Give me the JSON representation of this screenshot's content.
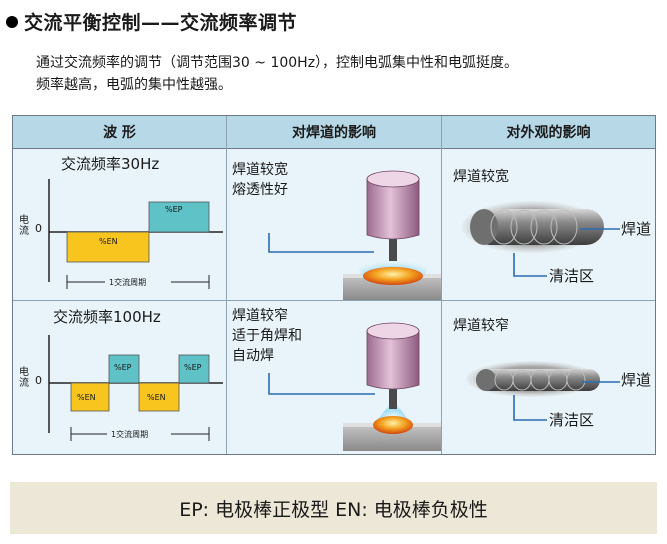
{
  "heading": "交流平衡控制——交流频率调节",
  "intro": {
    "line1": "通过交流频率的调节（调节范围30 ~ 100Hz），控制电弧集中性和电弧挺度。",
    "line2": "频率越高，电弧的集中性越强。"
  },
  "table": {
    "headers": [
      "波  形",
      "对焊道的影响",
      "对外观的影响"
    ],
    "rows": [
      {
        "freq_label": "交流频率30Hz",
        "axis_current": "电流",
        "axis_zero": "0",
        "ep_label": "%EP",
        "en_label": "%EN",
        "period_label": "1交流周期",
        "bead_effect": [
          "焊道较宽",
          "熔透性好"
        ],
        "appearance_title": "焊道较宽",
        "weld_label": "焊道",
        "clean_label": "清洁区"
      },
      {
        "freq_label": "交流频率100Hz",
        "axis_current": "电流",
        "axis_zero": "0",
        "ep_label": "%EP",
        "en_label": "%EN",
        "period_label": "1交流周期",
        "bead_effect": [
          "焊道较窄",
          "适于角焊和",
          "自动焊"
        ],
        "appearance_title": "焊道较窄",
        "weld_label": "焊道",
        "clean_label": "清洁区"
      }
    ]
  },
  "footer": "EP: 电极棒正极型  EN: 电极棒负极性",
  "colors": {
    "ep_block": "#5ec2c6",
    "en_block": "#f7c51e",
    "header_bg": "#b7d8e6",
    "cell_bg": "#e8f4f9",
    "torch": "#c490b5",
    "arc": "#f09a2c",
    "footer_bg": "#ece7d7",
    "callout_line": "#2b6cb0"
  }
}
